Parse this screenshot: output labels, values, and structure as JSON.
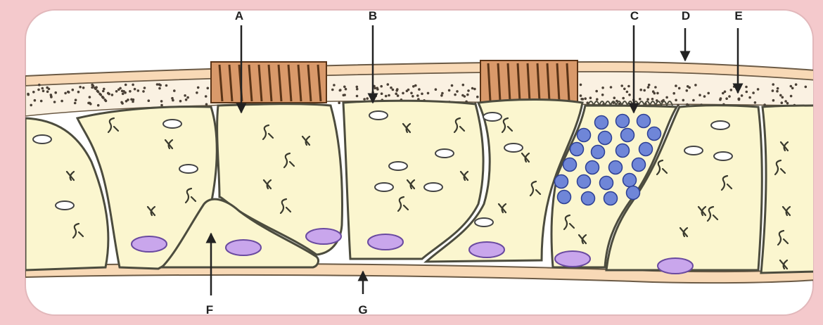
{
  "diagram": {
    "labels": {
      "A": "A",
      "B": "B",
      "C": "C",
      "D": "D",
      "E": "E",
      "F": "F",
      "G": "G"
    },
    "colors": {
      "frame_background": "#f4c9cc",
      "panel": "#ffffff",
      "cell_fill": "#fbf6cf",
      "cell_outline": "#4c4c3e",
      "mucus_fill": "#faf1e2",
      "membrane_band": "#f8d9b6",
      "cilia_fill": "#d9996a",
      "cilia_stroke": "#5a3417",
      "nucleus_fill": "#c9a6ec",
      "nucleus_stroke": "#6a4aa0",
      "granule_fill": "#6f86d8",
      "granule_stroke": "#2c3f93",
      "label_ink": "#222222"
    }
  }
}
